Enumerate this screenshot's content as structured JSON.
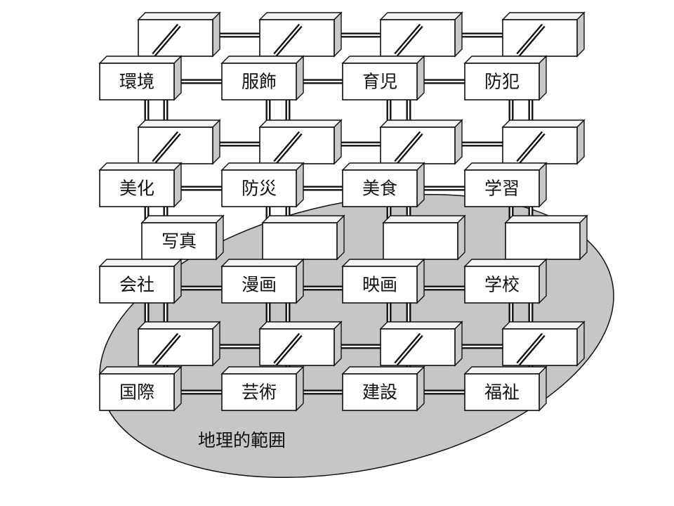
{
  "region": {
    "label": "地理的範囲"
  },
  "front_boxes": {
    "row1": [
      "環境",
      "服飾",
      "育児",
      "防犯"
    ],
    "row2": [
      "美化",
      "防災",
      "美食",
      "学習"
    ],
    "row3": [
      "写真",
      "",
      "",
      ""
    ],
    "row4": [
      "会社",
      "漫画",
      "映画",
      "学校"
    ],
    "row5": [
      "",
      "",
      "",
      ""
    ],
    "row6": [
      "国際",
      "芸術",
      "建設",
      "福祉"
    ]
  },
  "colors": {
    "region_fill": "#c6c6c6",
    "box_side": "#c8c8c8",
    "line": "#111111"
  }
}
